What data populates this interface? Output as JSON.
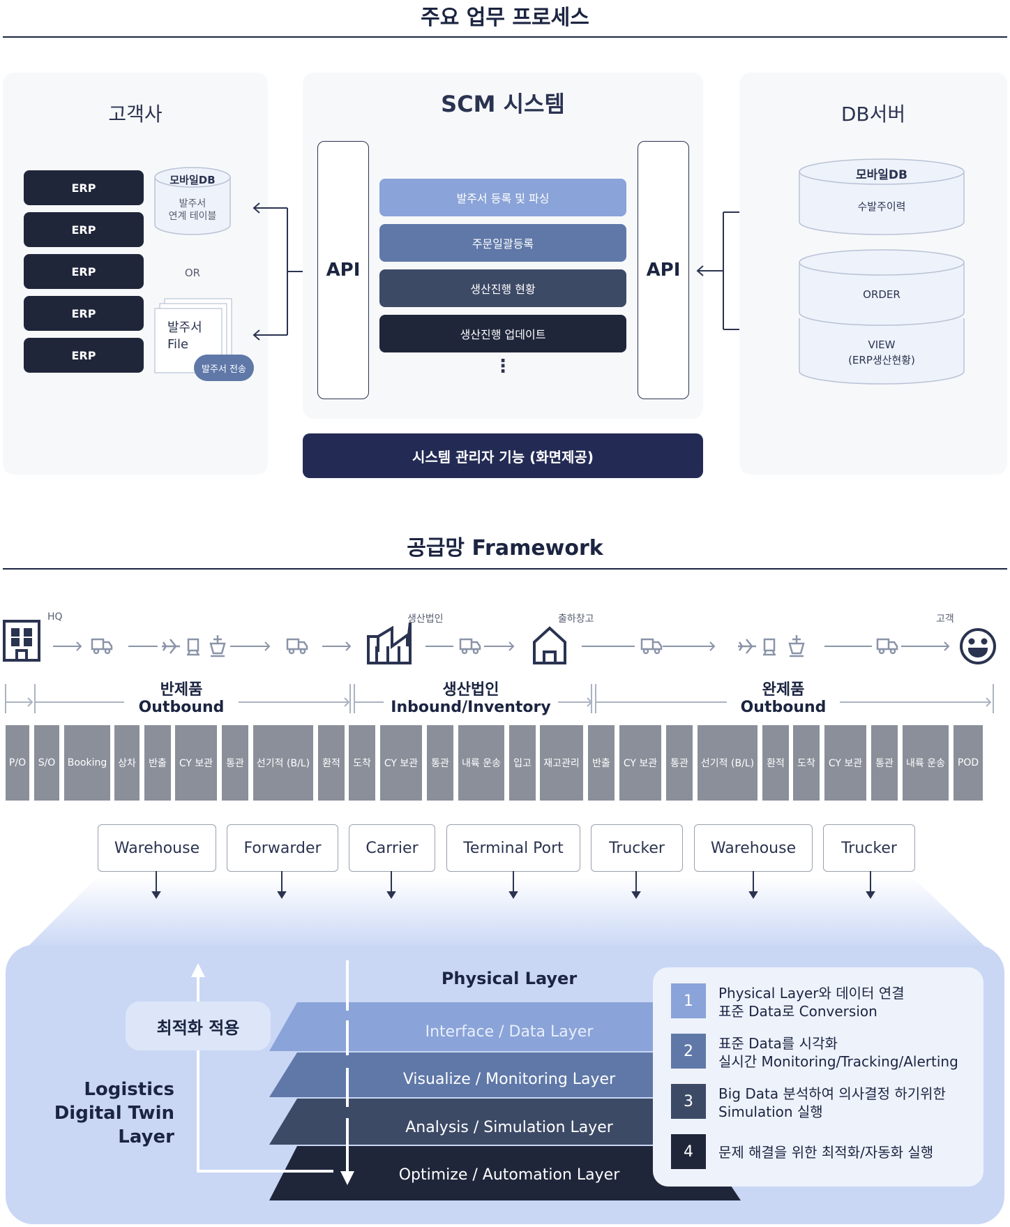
{
  "section1": {
    "title": "주요 업무 프로세스",
    "customer": {
      "title": "고객사",
      "erp_labels": [
        "ERP",
        "ERP",
        "ERP",
        "ERP",
        "ERP"
      ],
      "mobile_db_title": "모바일DB",
      "mobile_db_line1": "발주서",
      "mobile_db_line2": "연계 테이블",
      "or_label": "OR",
      "file_line1": "발주서",
      "file_line2": "File",
      "send_badge": "발주서 전송"
    },
    "scm": {
      "title": "SCM 시스템",
      "api_left": "API",
      "api_right": "API",
      "processes": [
        "발주서 등록 및 파싱",
        "주문일괄등록",
        "생산진행 현황",
        "생산진행 업데이트"
      ],
      "more": "⋮",
      "admin_bar": "시스템 관리자 기능 (화면제공)"
    },
    "db": {
      "title": "DB서버",
      "mobile_db_title": "모바일DB",
      "mobile_db_item": "수발주이력",
      "order_label": "ORDER",
      "view_line1": "VIEW",
      "view_line2": "(ERP생산현황)"
    }
  },
  "section2": {
    "title": "공급망  Framework",
    "flow_labels": {
      "hq": "HQ",
      "factory": "생산법인",
      "warehouse": "출하창고",
      "customer": "고객"
    },
    "stages": [
      {
        "line1": "반제품",
        "line2": "Outbound"
      },
      {
        "line1": "생산법인",
        "line2": "Inbound/Inventory"
      },
      {
        "line1": "완제품",
        "line2": "Outbound"
      }
    ],
    "steps": [
      "P/O",
      "S/O",
      "Booking",
      "상차",
      "반출",
      "CY 보관",
      "통관",
      "선기적 (B/L)",
      "환적",
      "도착",
      "CY 보관",
      "통관",
      "내륙 운송",
      "입고",
      "재고관리",
      "반출",
      "CY 보관",
      "통관",
      "선기적 (B/L)",
      "환적",
      "도착",
      "CY 보관",
      "통관",
      "내륙 운송",
      "POD"
    ],
    "actors": [
      "Warehouse",
      "Forwarder",
      "Carrier",
      "Terminal Port",
      "Trucker",
      "Warehouse",
      "Trucker"
    ],
    "twin": {
      "label_line1": "Logistics",
      "label_line2": "Digital Twin",
      "label_line3": "Layer",
      "optimize": "최적화 적용",
      "physical": "Physical Layer",
      "layers": [
        "Interface / Data Layer",
        "Visualize / Monitoring Layer",
        "Analysis / Simulation Layer",
        "Optimize / Automation Layer"
      ],
      "items": [
        {
          "num": "1",
          "line1": "Physical Layer와 데이터 연결",
          "line2": "표준 Data로 Conversion"
        },
        {
          "num": "2",
          "line1": "표준 Data를 시각화",
          "line2": "실시간 Monitoring/Tracking/Alerting"
        },
        {
          "num": "3",
          "line1": "Big Data 분석하여 의사결정 하기위한",
          "line2": "Simulation 실행"
        },
        {
          "num": "4",
          "line1": "문제 해결을 위한 최적화/자동화 실행",
          "line2": ""
        }
      ]
    }
  },
  "colors": {
    "navy": "#1b2440",
    "dark": "#20263a",
    "layer1": "#8aa3d8",
    "layer2": "#5f78a8",
    "layer3": "#3d4a66",
    "layer4": "#20263a",
    "step_gray": "#8a8f99",
    "twin_bg": "#c9d7f5"
  }
}
